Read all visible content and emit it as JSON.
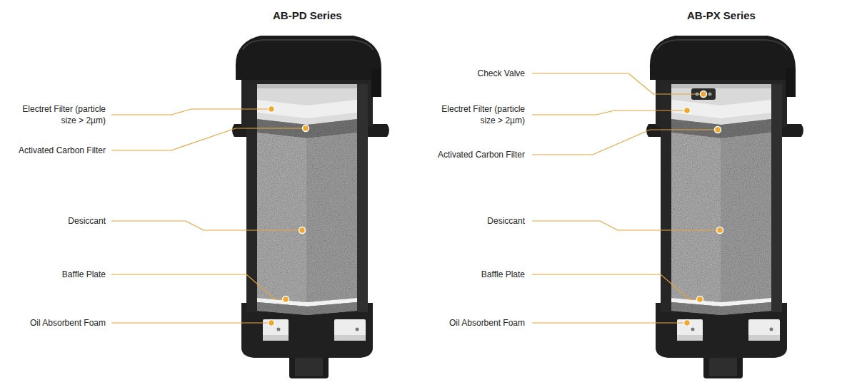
{
  "diagram": {
    "labels": [
      "AB-PD Series",
      "Electret Filter (particle size > 2µm)",
      "Activated Carbon Filter",
      "Desiccant",
      "Baffle Plate",
      "Oil Absorbent Foam",
      "AB-PX Series",
      "Check Valve",
      "Electret Filter (particle size > 2µm)",
      "Activated Carbon Filter",
      "Desiccant",
      "Baffle Plate",
      "Oil Absorbent Foam"
    ]
  }
}
